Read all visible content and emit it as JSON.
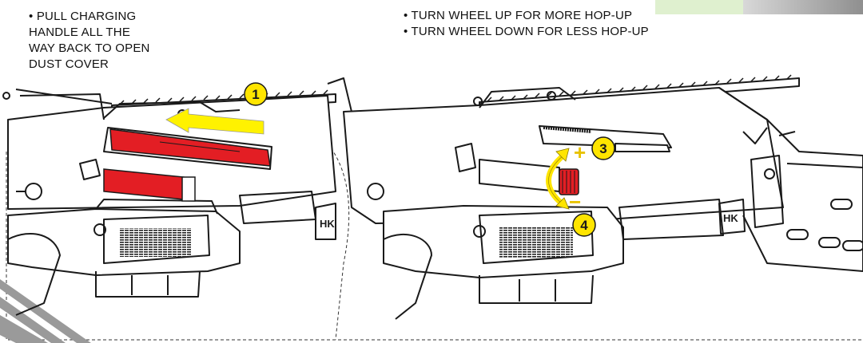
{
  "left_instruction": {
    "bullet": "•",
    "lines": [
      "PULL CHARGING",
      "HANDLE ALL THE",
      "WAY BACK TO OPEN",
      "DUST COVER"
    ]
  },
  "right_instructions": [
    "• TURN WHEEL UP FOR MORE HOP-UP",
    "• TURN WHEEL DOWN FOR LESS HOP-UP"
  ],
  "steps": {
    "step1": "1",
    "step3": "3",
    "step4": "4"
  },
  "signs": {
    "plus": "+",
    "minus": "−"
  },
  "logo_text": "HK",
  "colors": {
    "highlight_red": "#e31e24",
    "arrow_yellow": "#fff200",
    "badge_yellow": "#ffe500",
    "line": "#1a1a1a"
  }
}
